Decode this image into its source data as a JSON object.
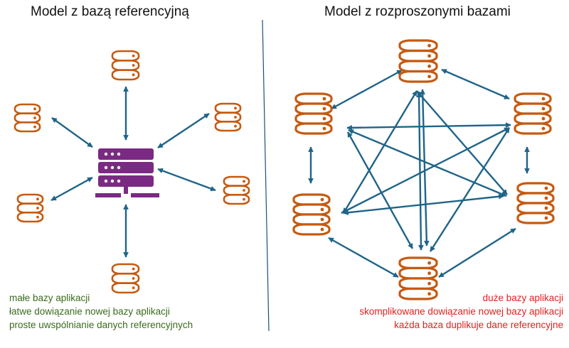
{
  "left_panel": {
    "title": "Model z bazą referencyjną",
    "notes": [
      "małe bazy aplikacji",
      "łatwe dowiązanie nowej bazy aplikacji",
      "proste uwspólnianie danych referencyjnych"
    ]
  },
  "right_panel": {
    "title": "Model z rozproszonymi bazami",
    "notes": [
      "duże bazy aplikacji",
      "skomplikowane dowiązanie nowej bazy aplikacji",
      "każda baza duplikuje dane referencyjne"
    ]
  },
  "colors": {
    "database": "#c55a11",
    "server": "#7b2a83",
    "arrow": "#1f6488",
    "divider": "#1f4e79",
    "good_text": "#3a6b1c",
    "bad_text": "#e0211f"
  },
  "icons": {
    "database": "database-icon",
    "server": "server-icon"
  }
}
